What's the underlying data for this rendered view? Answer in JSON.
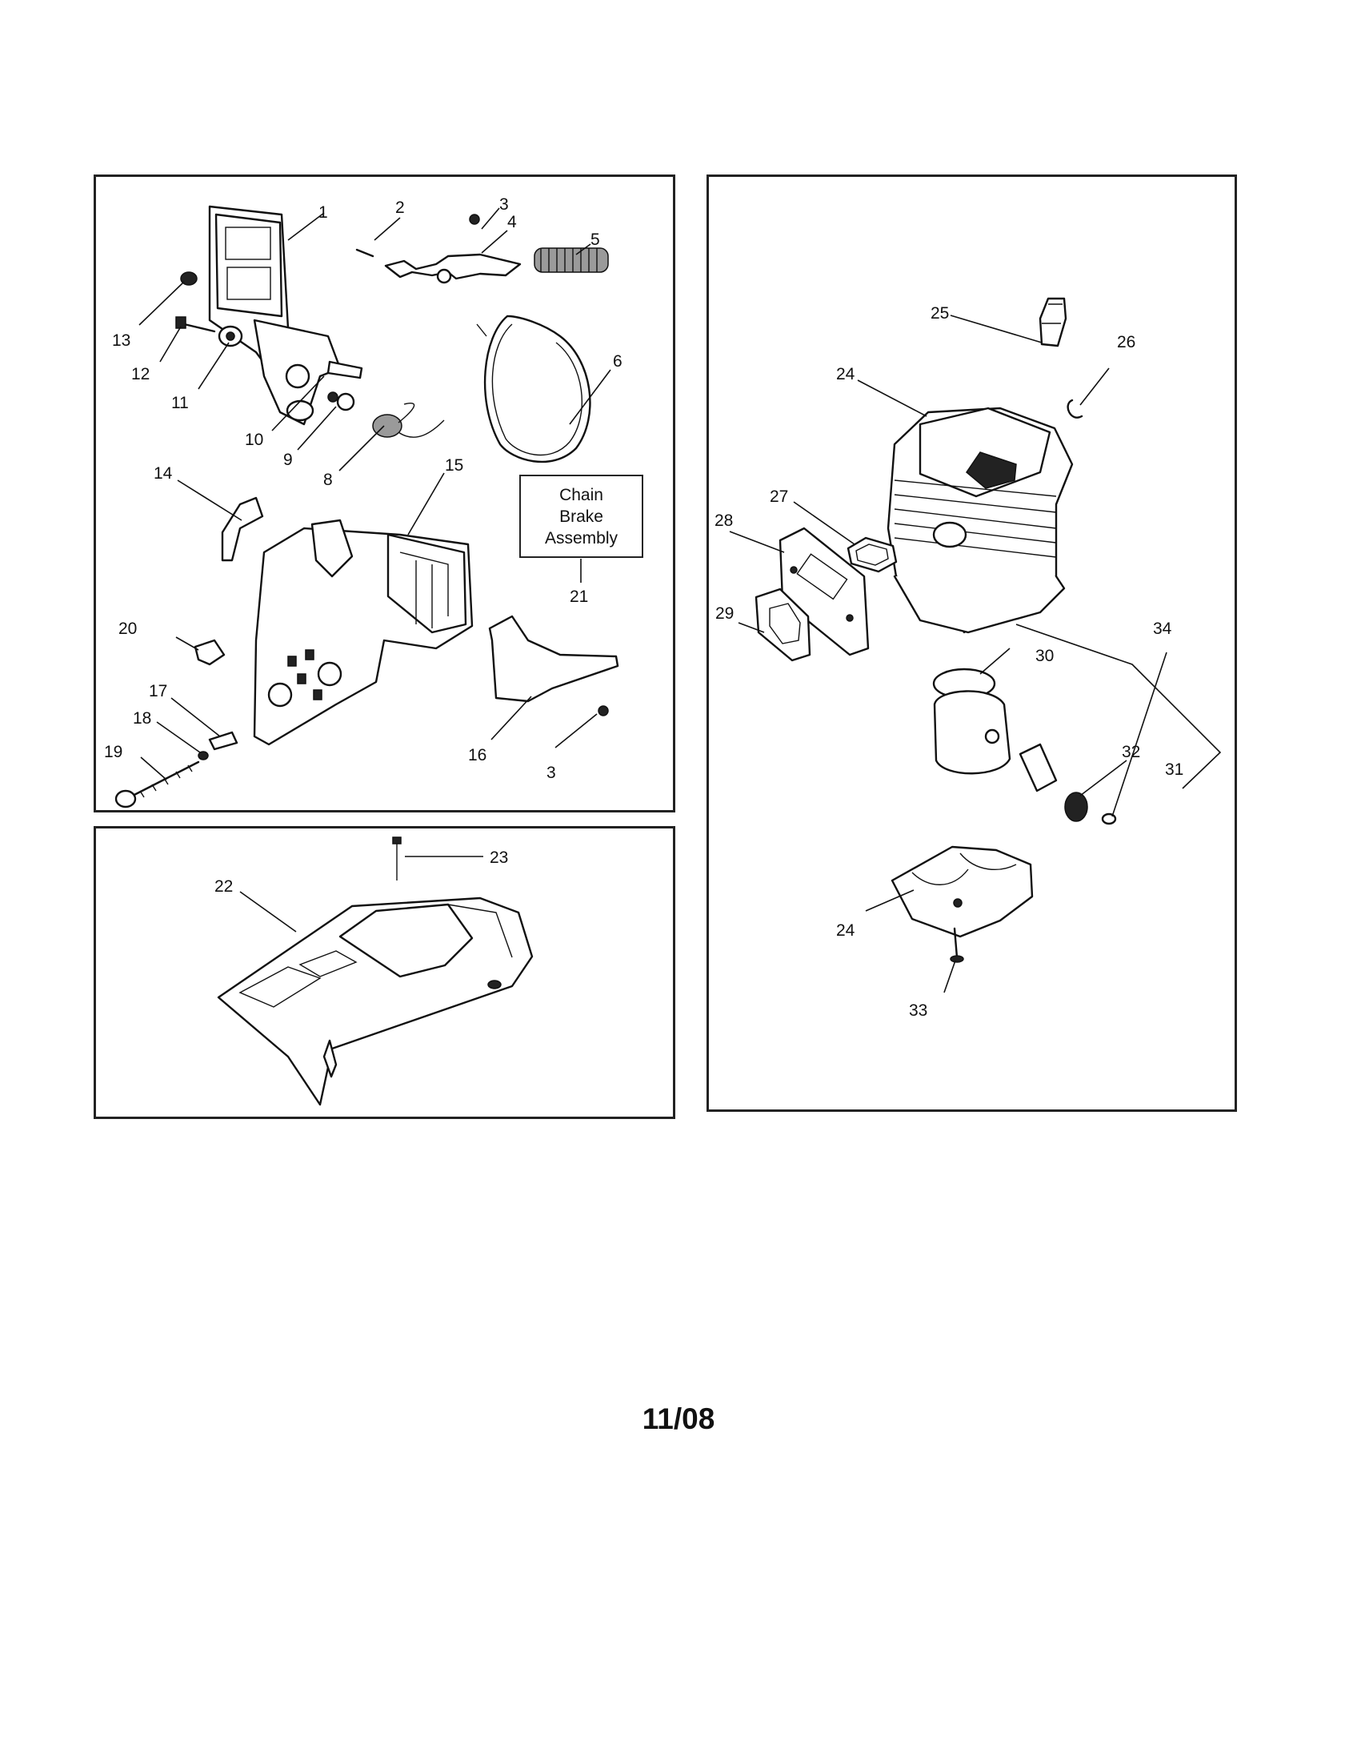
{
  "callouts": {
    "p1": "1",
    "p2": "2",
    "p3a": "3",
    "p3b": "3",
    "p4": "4",
    "p5": "5",
    "p6": "6",
    "p8": "8",
    "p9": "9",
    "p10": "10",
    "p11": "11",
    "p12": "12",
    "p13": "13",
    "p14": "14",
    "p15": "15",
    "p16": "16",
    "p17": "17",
    "p18": "18",
    "p19": "19",
    "p20": "20",
    "p21": "21",
    "p22": "22",
    "p23": "23",
    "p24a": "24",
    "p24b": "24",
    "p25": "25",
    "p26": "26",
    "p27": "27",
    "p28": "28",
    "p29": "29",
    "p30": "30",
    "p31": "31",
    "p32": "32",
    "p33": "33",
    "p34": "34"
  },
  "chain_brake_box": {
    "line1": "Chain",
    "line2": "Brake",
    "line3": "Assembly"
  },
  "footer": {
    "date": "11/08"
  }
}
